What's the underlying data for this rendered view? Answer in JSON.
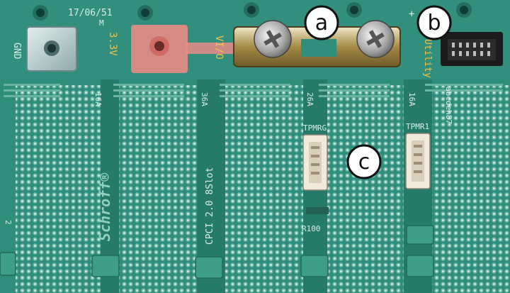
{
  "board": {
    "top_codes": [
      "17/06/51",
      "M"
    ],
    "rail_labels": [
      "GND",
      "3.3V",
      "VI/O",
      "Utility"
    ],
    "current_ratings": [
      "16A",
      "36A",
      "26A",
      "16A"
    ],
    "connector_labels": [
      "TPMRG",
      "TPMR1"
    ],
    "resistor_label": "R100",
    "vertical_labels": [
      "CPCI 2.0 8Slot",
      "Schroff®"
    ],
    "misc_labels": [
      "+",
      "2",
      "abcdeh87"
    ]
  },
  "callouts": {
    "a": "a",
    "b": "b",
    "c": "c"
  },
  "colors": {
    "pcb": "#2e8d7b",
    "pcb_dark": "#1f6f60",
    "silkscreen": "#d7efe6",
    "copper_red": "#e88c86",
    "metal": "#c9c9c9",
    "brass": "#b99a52",
    "connector": "#f1eadc",
    "header": "#1b1b1b"
  }
}
